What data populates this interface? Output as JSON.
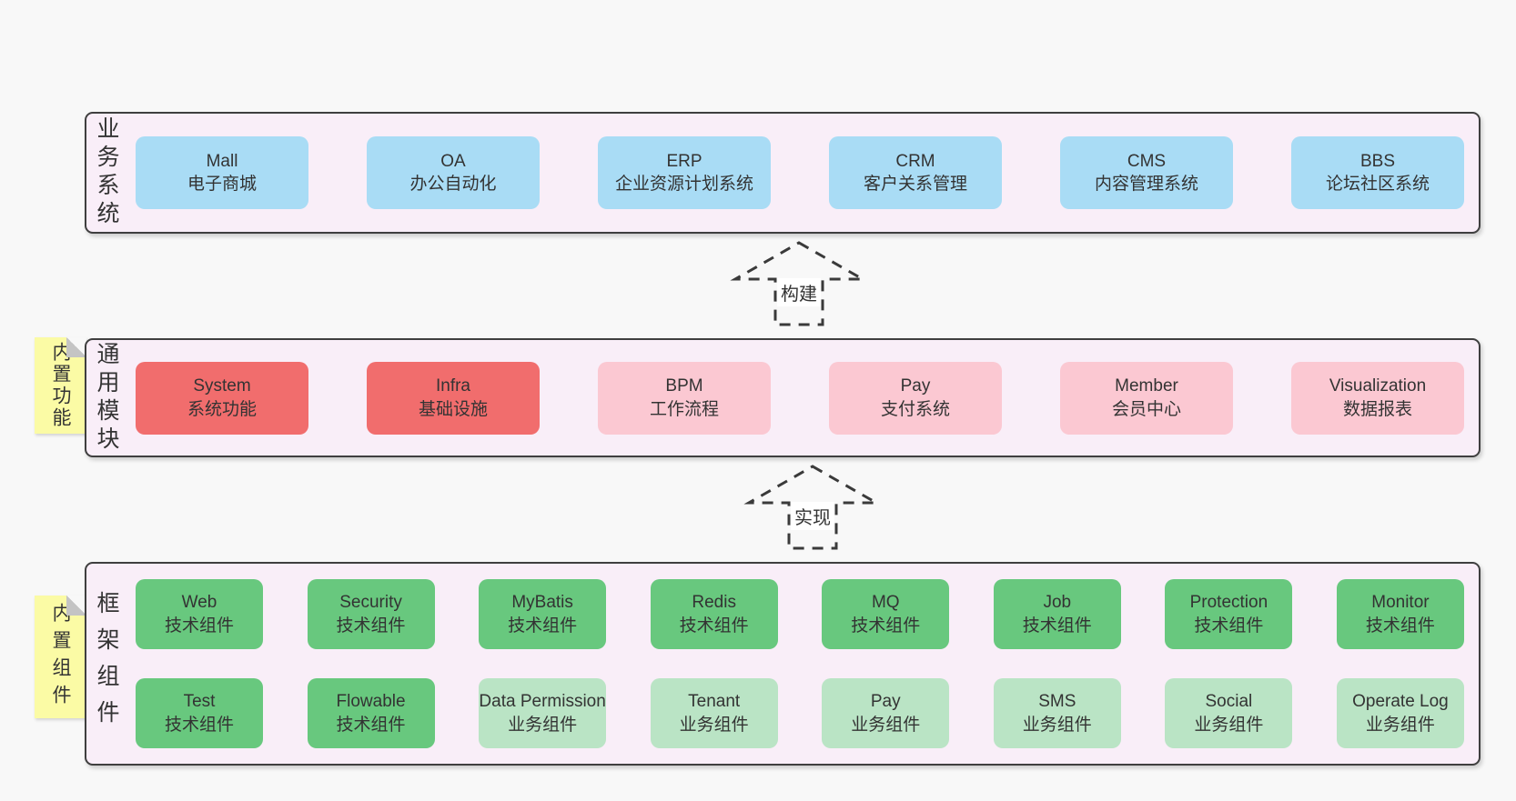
{
  "colors": {
    "page-bg": "#f8f8f8",
    "panel-bg": "#f9eef8",
    "panel-border": "#3f3f3f",
    "box-blue": "#a9dcf5",
    "box-red": "#f16d6d",
    "box-pink": "#fbc8d2",
    "box-green": "#68c87e",
    "box-green-light": "#bae4c5",
    "note-yellow": "#fbfba5",
    "note-fold": "#c4c4c4",
    "arrow": "#3a3a3a",
    "label-bg": "#ffffff",
    "text": "#333333"
  },
  "layers": {
    "business": {
      "label": "业务系统",
      "boxes": [
        {
          "en": "Mall",
          "zh": "电子商城"
        },
        {
          "en": "OA",
          "zh": "办公自动化"
        },
        {
          "en": "ERP",
          "zh": "企业资源计划系统"
        },
        {
          "en": "CRM",
          "zh": "客户关系管理"
        },
        {
          "en": "CMS",
          "zh": "内容管理系统"
        },
        {
          "en": "BBS",
          "zh": "论坛社区系统"
        }
      ]
    },
    "modules": {
      "label": "通用模块",
      "note": "内置功能",
      "boxes": [
        {
          "en": "System",
          "zh": "系统功能"
        },
        {
          "en": "Infra",
          "zh": "基础设施"
        },
        {
          "en": "BPM",
          "zh": "工作流程"
        },
        {
          "en": "Pay",
          "zh": "支付系统"
        },
        {
          "en": "Member",
          "zh": "会员中心"
        },
        {
          "en": "Visualization",
          "zh": "数据报表"
        }
      ]
    },
    "components": {
      "label": "框架组件",
      "note": "内置组件",
      "row1": [
        {
          "en": "Web",
          "zh": "技术组件"
        },
        {
          "en": "Security",
          "zh": "技术组件"
        },
        {
          "en": "MyBatis",
          "zh": "技术组件"
        },
        {
          "en": "Redis",
          "zh": "技术组件"
        },
        {
          "en": "MQ",
          "zh": "技术组件"
        },
        {
          "en": "Job",
          "zh": "技术组件"
        },
        {
          "en": "Protection",
          "zh": "技术组件"
        },
        {
          "en": "Monitor",
          "zh": "技术组件"
        }
      ],
      "row2": [
        {
          "en": "Test",
          "zh": "技术组件"
        },
        {
          "en": "Flowable",
          "zh": "技术组件"
        },
        {
          "en": "Data Permission",
          "zh": "业务组件"
        },
        {
          "en": "Tenant",
          "zh": "业务组件"
        },
        {
          "en": "Pay",
          "zh": "业务组件"
        },
        {
          "en": "SMS",
          "zh": "业务组件"
        },
        {
          "en": "Social",
          "zh": "业务组件"
        },
        {
          "en": "Operate Log",
          "zh": "业务组件"
        }
      ]
    }
  },
  "arrows": {
    "build": {
      "label": "构建"
    },
    "implement": {
      "label": "实现"
    }
  }
}
